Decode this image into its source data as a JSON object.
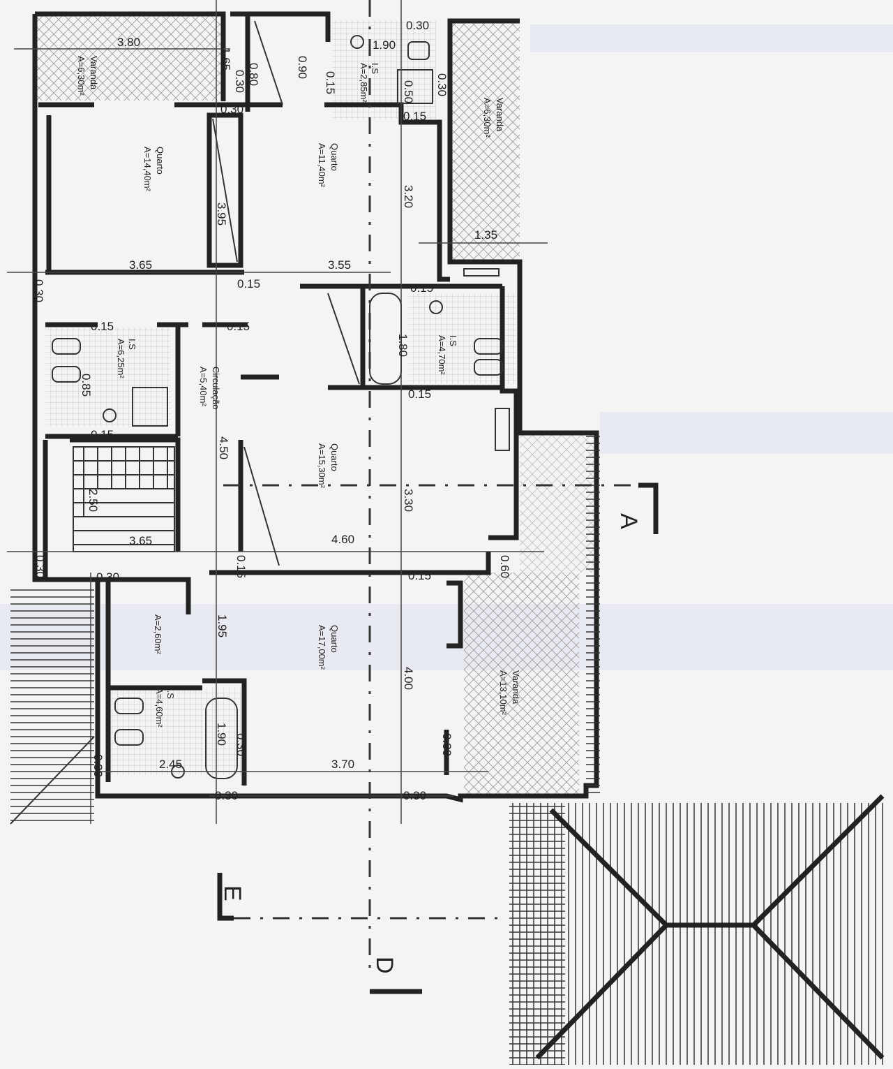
{
  "sections": {
    "a": "A",
    "e": "E",
    "d": "D"
  },
  "rooms": [
    {
      "id": "quarto-1",
      "name": "Quarto",
      "area": "A=14,40m²"
    },
    {
      "id": "quarto-2",
      "name": "Quarto",
      "area": "A=11,40m²"
    },
    {
      "id": "quarto-3",
      "name": "Quarto",
      "area": "A=15,30m²"
    },
    {
      "id": "quarto-4",
      "name": "Quarto",
      "area": "A=17,00m²"
    },
    {
      "id": "varanda-1",
      "name": "Varanda",
      "area": "A=6,30m²"
    },
    {
      "id": "varanda-2",
      "name": "Varanda",
      "area": "A=6,30m²"
    },
    {
      "id": "varanda-3",
      "name": "Varanda",
      "area": "A=13,10m²"
    },
    {
      "id": "circulacao",
      "name": "Circulação",
      "area": "A=5,40m²"
    },
    {
      "id": "wc-1",
      "name": "I.S",
      "area": "A=6,25m²"
    },
    {
      "id": "wc-2",
      "name": "I.S",
      "area": "A=2,85m²"
    },
    {
      "id": "wc-3",
      "name": "I.S",
      "area": "A=4,70m²"
    },
    {
      "id": "wc-4",
      "name": "I.S",
      "area": "A=4,60m²"
    },
    {
      "id": "corredor",
      "name": "",
      "area": "A=2,60m²"
    }
  ],
  "dimensions": [
    "3.80",
    "1.65",
    "0.30",
    "0.80",
    "0.90",
    "0.15",
    "1.90",
    "0.30",
    "0.30",
    "0.50",
    "0.15",
    "0.30",
    "3.95",
    "3.20",
    "1.35",
    "3.65",
    "3.55",
    "0.30",
    "0.15",
    "0.15",
    "0.15",
    "0.15",
    "1.80",
    "0.15",
    "0.15",
    "0.85",
    "4.50",
    "2.50",
    "3.30",
    "3.65",
    "4.60",
    "0.30",
    "0.30",
    "0.15",
    "0.15",
    "0.60",
    "1.95",
    "4.00",
    "1.90",
    "0.30",
    "2.45",
    "3.70",
    "0.30",
    "0.30",
    "0.30",
    "0.30"
  ]
}
